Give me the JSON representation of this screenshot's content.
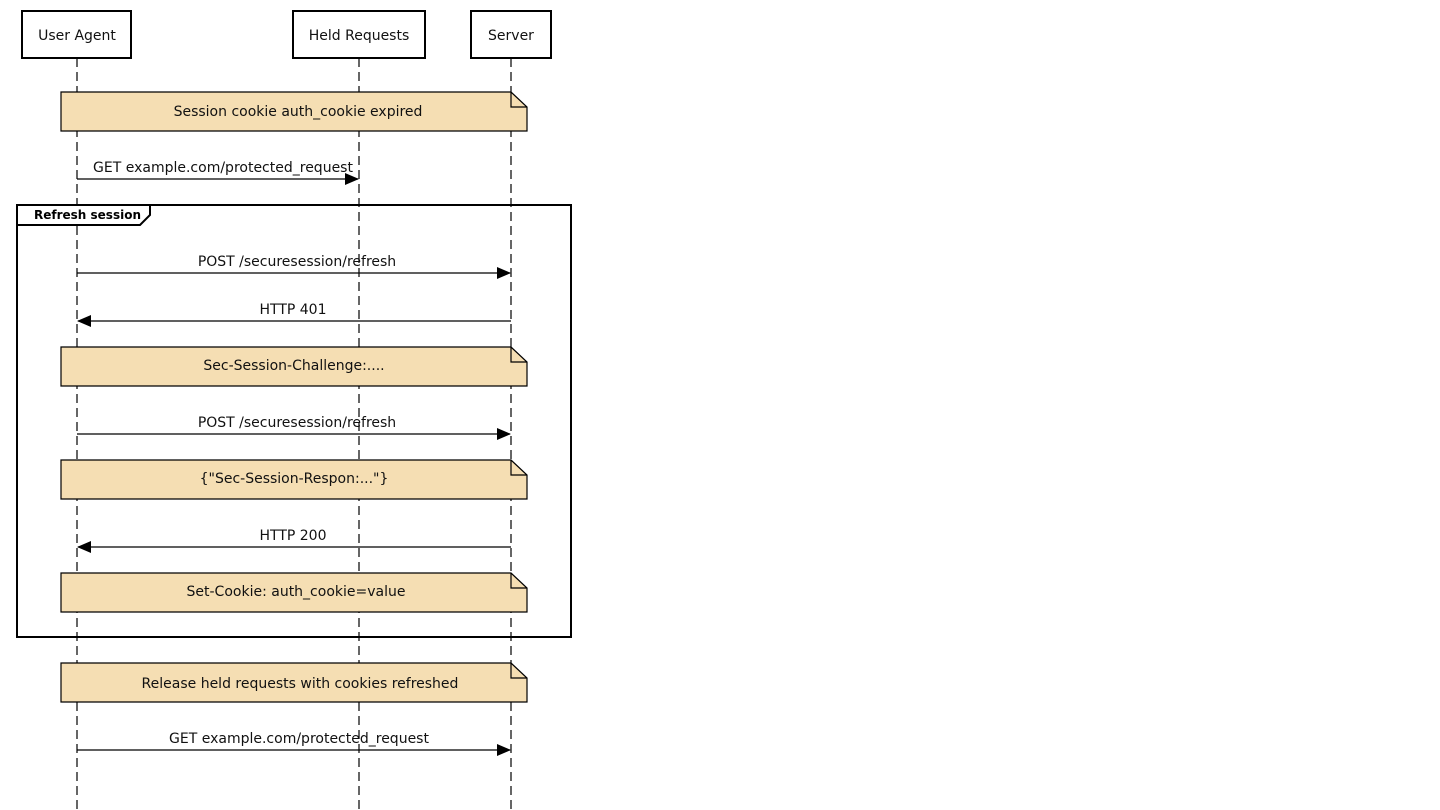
{
  "participants": [
    "User Agent",
    "Held Requests",
    "Server"
  ],
  "colors": {
    "note_fill": "#f5deb3",
    "line": "#000000"
  },
  "notes": [
    "Session cookie auth_cookie expired",
    "Sec-Session-Challenge:....",
    "{\"Sec-Session-Respon:...\"}",
    "Set-Cookie: auth_cookie=value",
    "Release held requests with cookies refreshed"
  ],
  "messages": [
    {
      "label": "GET example.com/protected_request",
      "from": "User Agent",
      "to": "Held Requests"
    },
    {
      "label": "POST /securesession/refresh",
      "from": "User Agent",
      "to": "Server"
    },
    {
      "label": "HTTP 401",
      "from": "Server",
      "to": "User Agent"
    },
    {
      "label": "POST /securesession/refresh",
      "from": "User Agent",
      "to": "Server"
    },
    {
      "label": "HTTP 200",
      "from": "Server",
      "to": "User Agent"
    },
    {
      "label": "GET example.com/protected_request",
      "from": "User Agent",
      "to": "Server"
    }
  ],
  "frame": {
    "title": "Refresh session"
  }
}
